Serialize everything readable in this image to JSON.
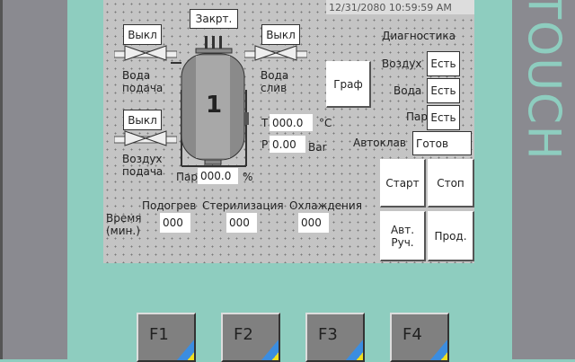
{
  "brand": "TOUCH",
  "datetime": "12/31/2080 10:59:59 AM",
  "tank": {
    "label": "1",
    "lid_button": "Закрт."
  },
  "valves": [
    {
      "state": "Выкл",
      "label1": "Вода",
      "label2": "подача"
    },
    {
      "state": "Выкл",
      "label1": "Вода",
      "label2": "слив"
    },
    {
      "state": "Выкл",
      "label1": "Воздух",
      "label2": "подача"
    }
  ],
  "steam": {
    "label": "Пар",
    "value": "000.0",
    "unit": "%"
  },
  "temperature": {
    "label": "T",
    "value": "000.0",
    "unit": "°C"
  },
  "pressure": {
    "label": "P",
    "value": "0.00",
    "unit": "Bar"
  },
  "graph_button": "Граф",
  "diagnostics": {
    "title": "Диагностика",
    "items": [
      {
        "label": "Воздух",
        "value": "Есть"
      },
      {
        "label": "Вода",
        "value": "Есть"
      },
      {
        "label": "Пар",
        "value": "Есть"
      }
    ]
  },
  "autoclave": {
    "label": "Автоклав",
    "value": "Готов"
  },
  "buttons": {
    "start": "Старт",
    "stop": "Стоп",
    "auto1": "Авт.",
    "auto2": "Руч.",
    "next": "Прод."
  },
  "times": {
    "label1": "Время",
    "label2": "(мин.)",
    "headers": [
      "Подогрев",
      "Стерилизация",
      "Охлаждения"
    ],
    "values": [
      "000",
      "000",
      "000"
    ]
  },
  "fkeys": [
    "F1",
    "F2",
    "F3",
    "F4"
  ]
}
